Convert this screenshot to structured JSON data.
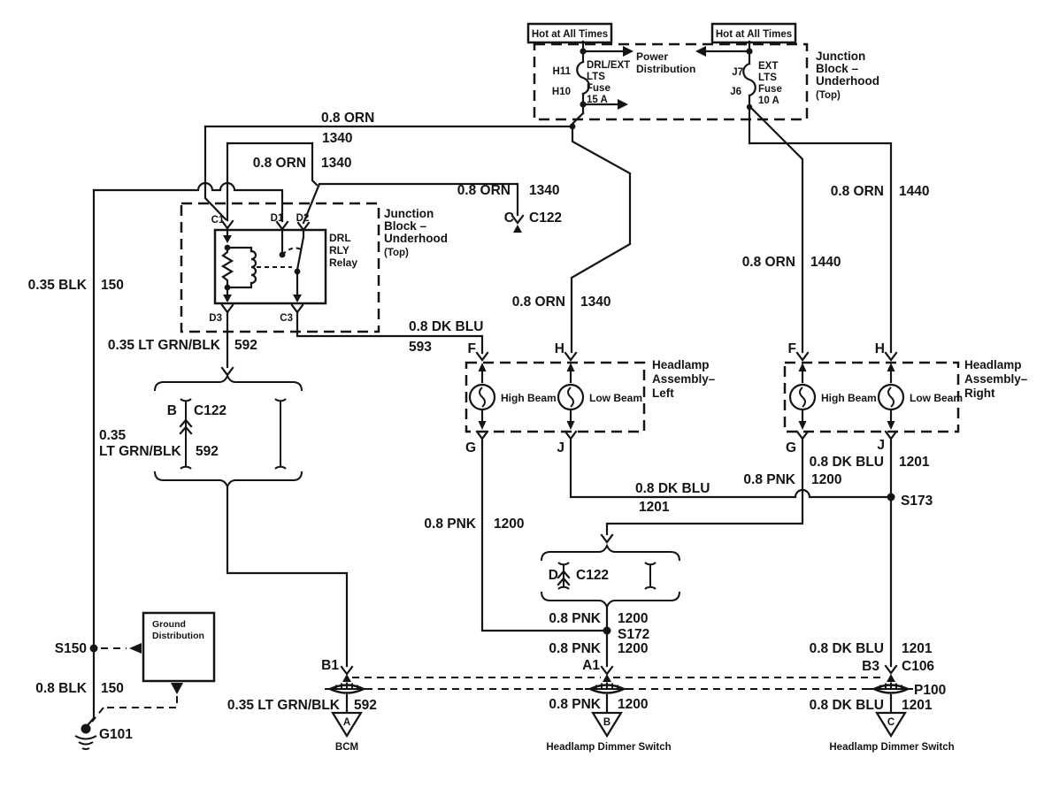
{
  "top": {
    "hot_left": "Hot at All Times",
    "hot_right": "Hot at All Times",
    "power": [
      "Power",
      "Distribution"
    ],
    "fuse_left": {
      "pin_top": "H11",
      "pin_bottom": "H10",
      "lines": [
        "DRL/EXT",
        "LTS",
        "Fuse",
        "15 A"
      ]
    },
    "fuse_right": {
      "pin_top": "J7",
      "pin_bottom": "J6",
      "lines": [
        "EXT",
        "LTS",
        "Fuse",
        "10 A"
      ]
    },
    "block_label": [
      "Junction",
      "Block –",
      "Underhood",
      "(Top)"
    ]
  },
  "relay_block": {
    "label": [
      "Junction",
      "Block –",
      "Underhood",
      "(Top)"
    ],
    "relay": [
      "DRL",
      "RLY",
      "Relay"
    ],
    "pins": {
      "c1": "C1",
      "d1": "D1",
      "d2": "D2",
      "d3": "D3",
      "c3": "C3"
    }
  },
  "headlamp_left": {
    "label": [
      "Headlamp",
      "Assembly–",
      "Left"
    ],
    "pins": {
      "f": "F",
      "h": "H",
      "g": "G",
      "j": "J"
    },
    "high_beam": "High Beam",
    "low_beam": "Low Beam"
  },
  "headlamp_right": {
    "label": [
      "Headlamp",
      "Assembly–",
      "Right"
    ],
    "pins": {
      "f": "F",
      "h": "H",
      "g": "G",
      "j": "J"
    },
    "high_beam": "High Beam",
    "low_beam": "Low Beam"
  },
  "wire_labels": {
    "orn_feed_top": {
      "gauge": "0.8 ORN",
      "circuit": "1340"
    },
    "orn_feed_relay": {
      "gauge": "0.8 ORN",
      "circuit": "1340"
    },
    "orn_c122": {
      "gauge": "0.8 ORN",
      "circuit": "1340"
    },
    "orn_low_left": {
      "gauge": "0.8 ORN",
      "circuit": "1340"
    },
    "orn_high_right": {
      "gauge": "0.8 ORN",
      "circuit": "1440"
    },
    "orn_low_right": {
      "gauge": "0.8 ORN",
      "circuit": "1440"
    },
    "blk_relay": {
      "gauge": "0.35 BLK",
      "circuit": "150"
    },
    "blk_ground": {
      "gauge": "0.8 BLK",
      "circuit": "150"
    },
    "grn_d3": {
      "gauge": "0.35 LT GRN/BLK",
      "circuit": "592"
    },
    "grn_c122": {
      "gauge_l1": "0.35",
      "gauge_l2": "LT GRN/BLK",
      "circuit": "592"
    },
    "grn_bcm": {
      "gauge": "0.35 LT GRN/BLK",
      "circuit": "592"
    },
    "blu_593": {
      "gauge": "0.8 DK BLU",
      "circuit": "593"
    },
    "blu_cross": {
      "gauge": "0.8 DK BLU",
      "circuit": "1201"
    },
    "blu_j_right": {
      "gauge": "0.8 DK BLU",
      "circuit": "1201"
    },
    "blu_b3": {
      "gauge": "0.8 DK BLU",
      "circuit": "1201"
    },
    "blu_dimmer": {
      "gauge": "0.8 DK BLU",
      "circuit": "1201"
    },
    "pnk_g_left": {
      "gauge": "0.8 PNK",
      "circuit": "1200"
    },
    "pnk_g_right": {
      "gauge": "0.8 PNK",
      "circuit": "1200"
    },
    "pnk_s172_top": {
      "gauge": "0.8 PNK",
      "circuit": "1200"
    },
    "pnk_s172_bot": {
      "gauge": "0.8 PNK",
      "circuit": "1200"
    },
    "pnk_dimmer": {
      "gauge": "0.8 PNK",
      "circuit": "1200"
    }
  },
  "connectors": {
    "c122_b": {
      "pin": "B",
      "name": "C122"
    },
    "c122_c": {
      "pin": "C",
      "name": "C122"
    },
    "c122_d": {
      "pin": "D",
      "name": "C122"
    },
    "c106_b3": {
      "pin": "B3",
      "name": "C106"
    },
    "p100": "P100",
    "b1": "B1",
    "a1": "A1"
  },
  "splices": {
    "s150": "S150",
    "s172": "S172",
    "s173": "S173"
  },
  "ground": {
    "g101": "G101",
    "box_label": [
      "Ground",
      "Distribution"
    ]
  },
  "destinations": {
    "bcm": {
      "tag": "A",
      "label": "BCM"
    },
    "dimmer_center": {
      "tag": "B",
      "label": "Headlamp Dimmer Switch"
    },
    "dimmer_right": {
      "tag": "C",
      "label": "Headlamp Dimmer Switch"
    }
  }
}
